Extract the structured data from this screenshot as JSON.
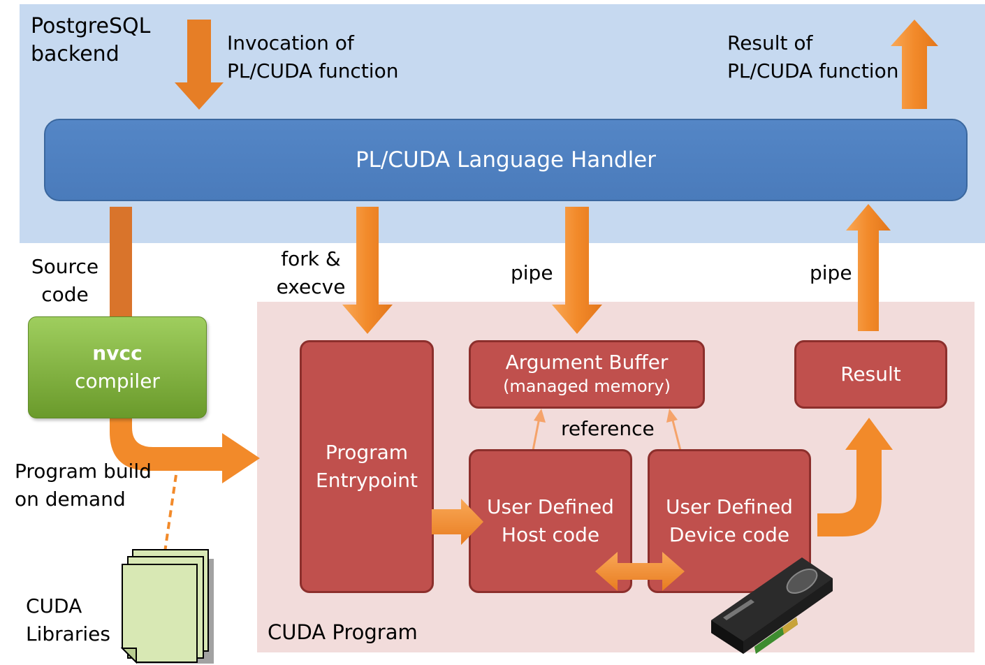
{
  "backend": {
    "label_line1": "PostgreSQL",
    "label_line2": "backend"
  },
  "invocation": {
    "line1": "Invocation of",
    "line2": "PL/CUDA function"
  },
  "result_of": {
    "line1": "Result of",
    "line2": "PL/CUDA function"
  },
  "handler": {
    "label": "PL/CUDA Language Handler"
  },
  "source_code": {
    "line1": "Source",
    "line2": "code"
  },
  "fork": {
    "line1": "fork &",
    "line2": "execve"
  },
  "pipe_in": "pipe",
  "pipe_out": "pipe",
  "nvcc": {
    "line1": "nvcc",
    "line2": "compiler"
  },
  "program_build": {
    "line1": "Program build",
    "line2": "on demand"
  },
  "cuda_libraries": {
    "line1": "CUDA",
    "line2": "Libraries"
  },
  "entrypoint": {
    "line1": "Program",
    "line2": "Entrypoint"
  },
  "argument_buffer": {
    "line1": "Argument Buffer",
    "line2": "(managed memory)"
  },
  "result_box": "Result",
  "reference": "reference",
  "host_code": {
    "line1": "User Defined",
    "line2": "Host code"
  },
  "device_code": {
    "line1": "User Defined",
    "line2": "Device code"
  },
  "cuda_program": "CUDA Program",
  "colors": {
    "backend_bg": "#c6d9f0",
    "cuda_bg": "#f2dcdb",
    "handler": "#4f81bd",
    "box_red": "#c0504d",
    "arrow_orange": "#f7923a",
    "compiler_green": "#7eb13e",
    "library_green": "#d8e8b4"
  },
  "icons": {
    "gpu": "gpu-card-icon",
    "documents": "document-stack-icon"
  }
}
